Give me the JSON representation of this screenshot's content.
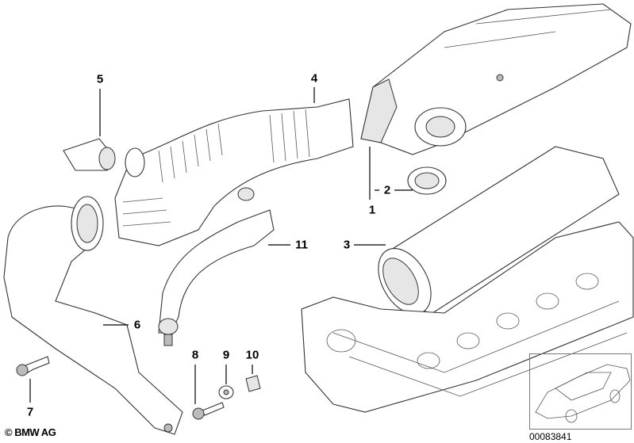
{
  "diagram": {
    "callouts": [
      "1",
      "2",
      "3",
      "4",
      "5",
      "6",
      "7",
      "8",
      "9",
      "10",
      "11"
    ],
    "copyright": "© BMW AG",
    "document_number": "00083841"
  }
}
